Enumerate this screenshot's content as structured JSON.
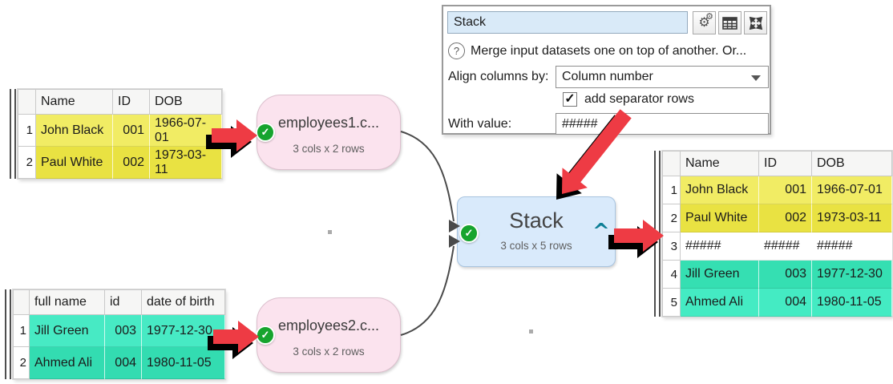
{
  "panel": {
    "name_field_value": "Stack",
    "help_text": "Merge input datasets one on top of another. Or...",
    "help_glyph": "?",
    "align_label": "Align columns by:",
    "align_value": "Column number",
    "separator_checkbox": {
      "label": "add separator rows",
      "checked": true,
      "checkmark": "✓"
    },
    "with_value_label": "With value:",
    "with_value": "#####"
  },
  "nodes": {
    "input1": {
      "title": "employees1.c...",
      "subtitle": "3 cols x 2 rows"
    },
    "input2": {
      "title": "employees2.c...",
      "subtitle": "3 cols x 2 rows"
    },
    "stack": {
      "title": "Stack",
      "subtitle": "3 cols x 5 rows",
      "collapse_caret": "^"
    },
    "check_glyph": "✓"
  },
  "tables": {
    "input1": {
      "headers": [
        "Name",
        "ID",
        "DOB"
      ],
      "rows": [
        [
          "1",
          "John Black",
          "001",
          "1966-07-01"
        ],
        [
          "2",
          "Paul White",
          "002",
          "1973-03-11"
        ]
      ]
    },
    "input2": {
      "headers": [
        "full name",
        "id",
        "date of birth"
      ],
      "rows": [
        [
          "1",
          "Jill Green",
          "003",
          "1977-12-30"
        ],
        [
          "2",
          "Ahmed Ali",
          "004",
          "1980-11-05"
        ]
      ]
    },
    "output": {
      "headers": [
        "Name",
        "ID",
        "DOB"
      ],
      "rows": [
        [
          "1",
          "John Black",
          "001",
          "1966-07-01"
        ],
        [
          "2",
          "Paul White",
          "002",
          "1973-03-11"
        ],
        [
          "3",
          "#####",
          "#####",
          "#####"
        ],
        [
          "4",
          "Jill Green",
          "003",
          "1977-12-30"
        ],
        [
          "5",
          "Ahmed Ali",
          "004",
          "1980-11-05"
        ]
      ]
    }
  },
  "colors": {
    "row_yellow_light": "#F1EC64",
    "row_yellow_dark": "#E9E242",
    "row_teal_light": "#47EAC4",
    "row_teal_dark": "#33DCB1",
    "node_input_bg": "#FBE3EE",
    "node_stack_bg": "#D9EAFB",
    "arrow_red": "#EE3B44",
    "check_green": "#17A42E",
    "caret_teal": "#0E7F96"
  }
}
